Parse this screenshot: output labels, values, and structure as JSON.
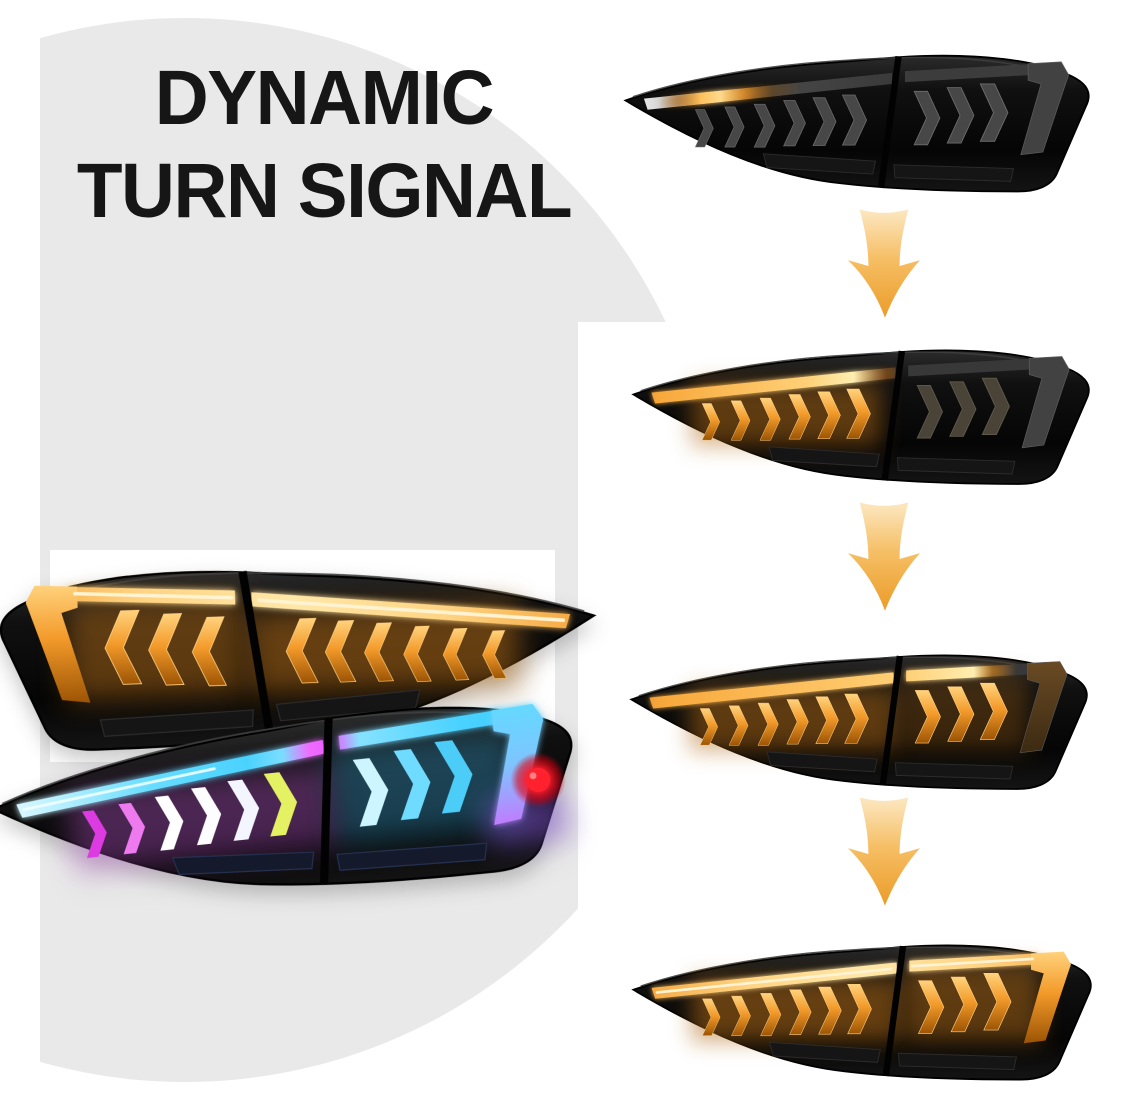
{
  "title": {
    "line1": "DYNAMIC",
    "line2": "TURN SIGNAL"
  },
  "colors": {
    "background": "#ffffff",
    "backdrop_circle": "#e9e9e9",
    "title_text": "#161616",
    "arrow_gradient_top": "#fce8c2",
    "arrow_gradient_bottom": "#eb9c28",
    "amber_hot_core": "#ffeeb0",
    "amber_bright": "#ffc768",
    "amber_deep": "#b86a10",
    "lamp_body_black": "#0c0c0c",
    "rgb_cyan": "#49d4ff",
    "rgb_magenta": "#ee5cff",
    "rgb_white": "#ffffff",
    "rgb_yellow_green": "#e3f163",
    "rgb_violet": "#c07cff",
    "brake_dot_red": "#ff222e"
  },
  "icons": {
    "down_arrow": "down-arrow-icon"
  },
  "sequence": {
    "description": "Sequential amber turn-signal animation, four stages top to bottom",
    "arrow_count": 3,
    "stages": [
      {
        "id": 1,
        "lit_percent": 15
      },
      {
        "id": 2,
        "lit_percent": 55
      },
      {
        "id": 3,
        "lit_percent": 80
      },
      {
        "id": 4,
        "lit_percent": 100
      }
    ]
  },
  "left_display": {
    "amber_lamp": "Fully lit amber tail light, mirrored angle view",
    "rgb_lamp": "RGB mode tail light with multicolor chevrons and red brake dot"
  }
}
